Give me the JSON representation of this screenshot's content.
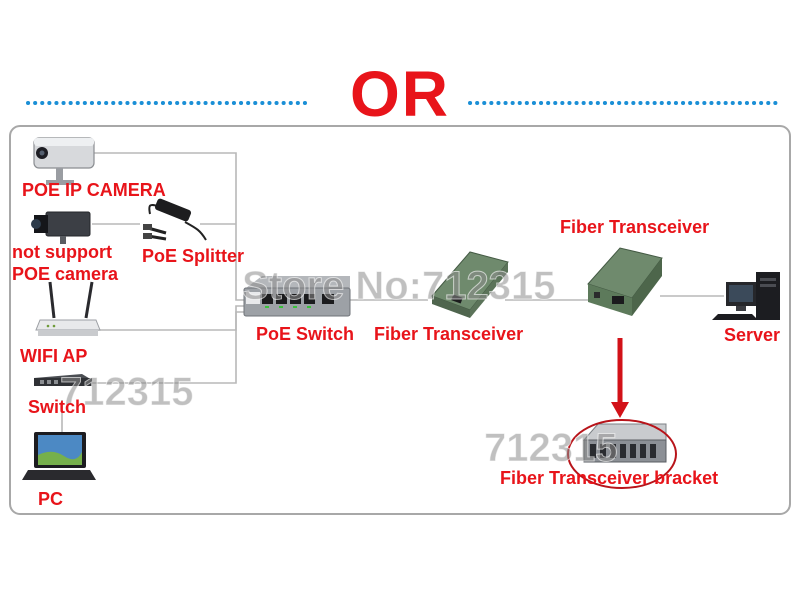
{
  "header": {
    "title": "OR"
  },
  "labels": {
    "poe_ip_camera": "POE IP CAMERA",
    "not_support_line1": "not support",
    "not_support_line2": "POE  camera",
    "poe_splitter": "PoE Splitter",
    "wifi_ap": "WIFI AP",
    "switch": "Switch",
    "pc": "PC",
    "poe_switch": "PoE Switch",
    "fiber_transceiver_1": "Fiber Transceiver",
    "fiber_transceiver_2": "Fiber Transceiver",
    "server": "Server",
    "fiber_bracket": "Fiber Transceiver bracket"
  },
  "watermarks": {
    "store": "Store No:712315",
    "left": "712315",
    "bottom": "712315"
  },
  "colors": {
    "accent_red": "#e8141a",
    "dots_blue": "#1a8fd6",
    "line_gray": "#b8b8b8",
    "frame_gray": "#a8a8a8"
  },
  "icons": [
    "ip-camera-icon",
    "box-camera-icon",
    "poe-splitter-icon",
    "wifi-ap-icon",
    "network-switch-icon",
    "laptop-icon",
    "poe-switch-icon",
    "fiber-transceiver-icon",
    "server-icon",
    "bracket-chassis-icon"
  ]
}
